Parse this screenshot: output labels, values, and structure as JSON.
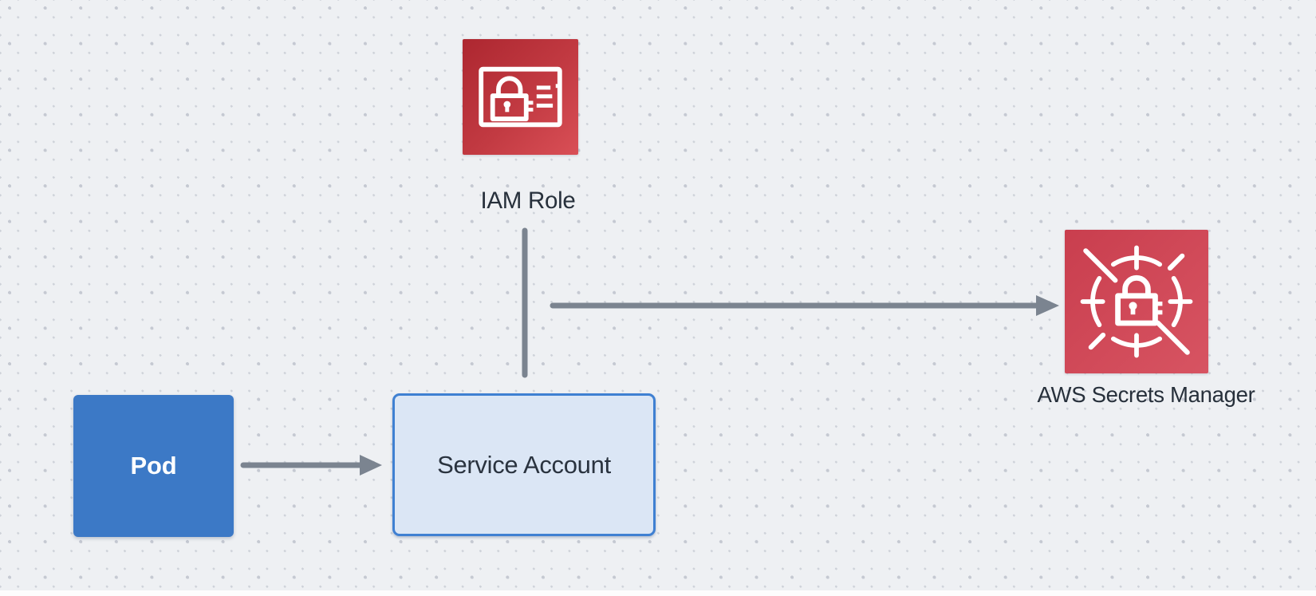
{
  "diagram": {
    "nodes": {
      "iam_role": {
        "label": "IAM Role"
      },
      "secrets_manager": {
        "label": "AWS Secrets Manager"
      },
      "pod": {
        "label": "Pod"
      },
      "service_account": {
        "label": "Service Account"
      }
    },
    "edges": [
      {
        "from": "pod",
        "to": "service_account",
        "type": "arrow"
      },
      {
        "from": "iam_role",
        "to": "service_account",
        "type": "line"
      },
      {
        "from": "iam_role_service_account_link",
        "to": "secrets_manager",
        "type": "arrow"
      }
    ],
    "colors": {
      "background": "#eef0f3",
      "grid_dot": "#c8ccd4",
      "connector": "#7b8490",
      "pod_fill": "#3c79c6",
      "pod_text": "#ffffff",
      "service_account_fill": "#dbe6f5",
      "service_account_border": "#3f80d2",
      "label_text": "#27303b",
      "iam_role_red_start": "#ad2730",
      "iam_role_red_end": "#d94f56",
      "secrets_manager_red_start": "#c93e4e",
      "secrets_manager_red_end": "#d75462"
    }
  }
}
